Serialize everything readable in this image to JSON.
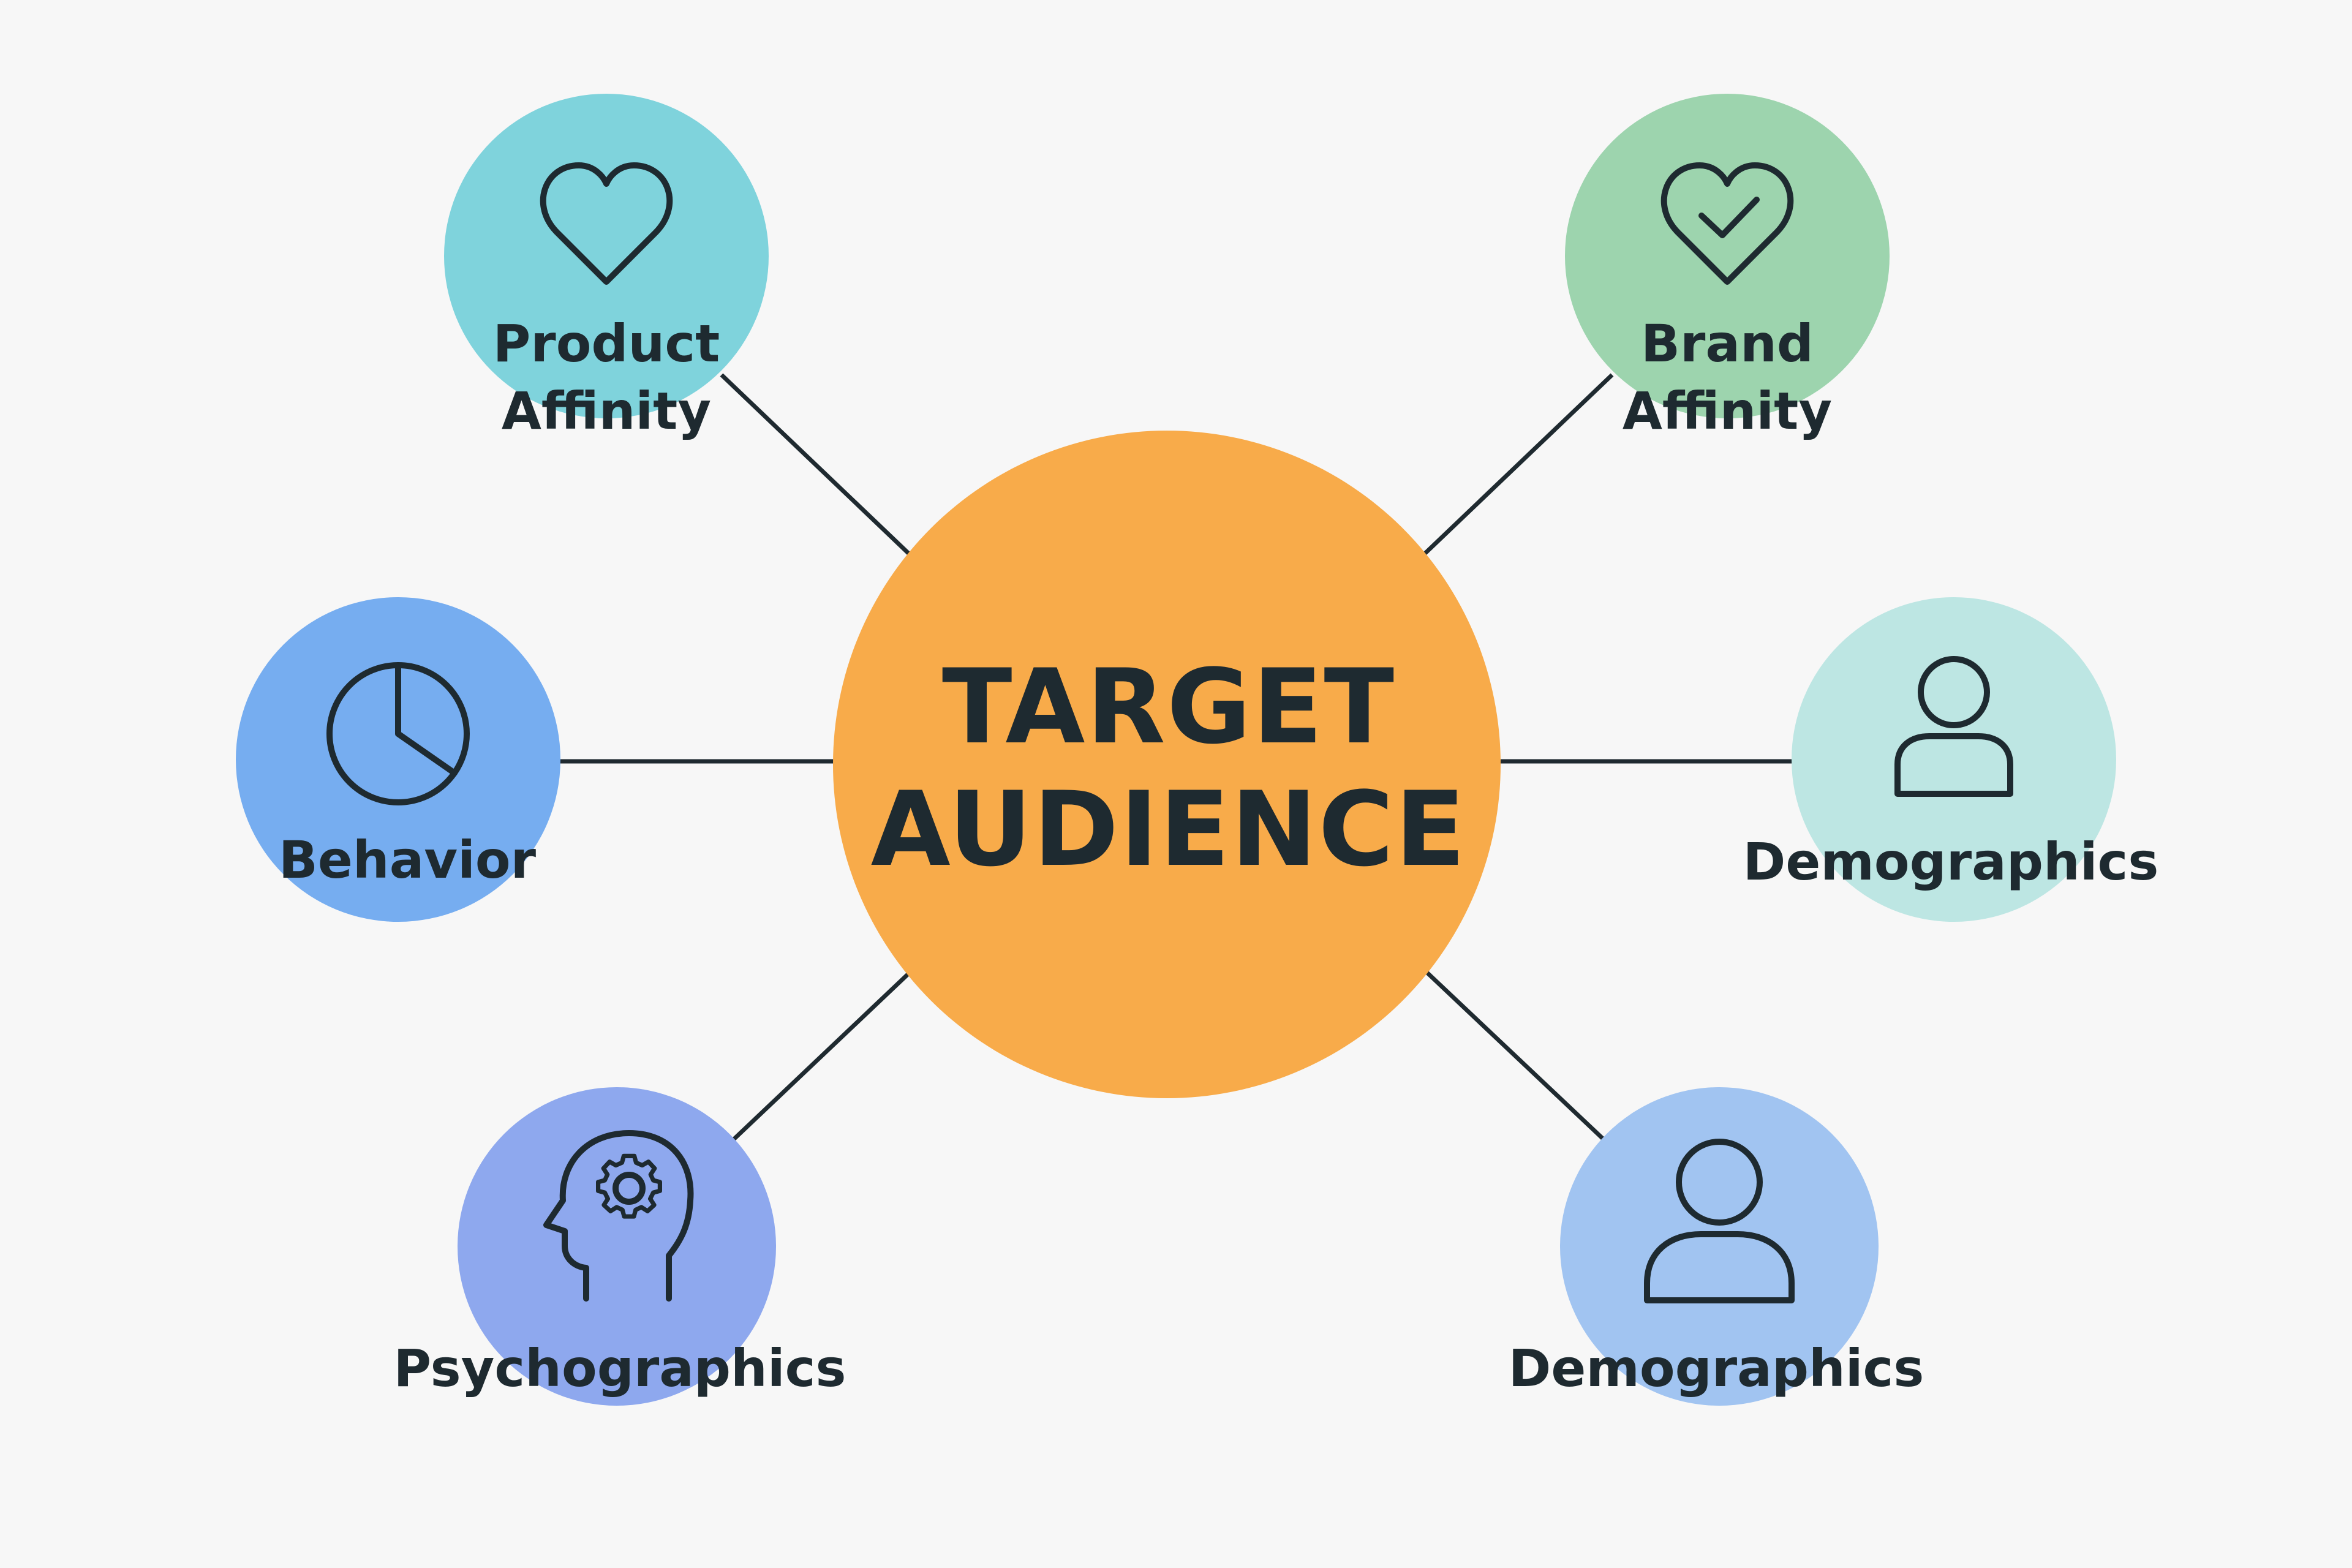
{
  "diagram": {
    "center": {
      "line1": "TARGET",
      "line2": "AUDIENCE",
      "color": "#f8ab4a"
    },
    "nodes": {
      "product_affinity": {
        "line1": "Product",
        "line2": "Affinity",
        "icon": "heart-icon",
        "color": "#7fd3dc"
      },
      "brand_affinity": {
        "line1": "Brand",
        "line2": "Affinity",
        "icon": "heart-check-icon",
        "color": "#9dd4ae"
      },
      "behavior": {
        "label": "Behavior",
        "icon": "pie-chart-icon",
        "color": "#76adf0"
      },
      "demographics_right": {
        "label": "Demographics",
        "icon": "user-icon",
        "color": "#bde6e3"
      },
      "psychographics": {
        "label": "Psychographics",
        "icon": "head-gear-icon",
        "color": "#8ea8ee"
      },
      "demographics_bottom": {
        "label": "Demographics",
        "icon": "user-icon",
        "color": "#a1c4f1"
      }
    }
  }
}
